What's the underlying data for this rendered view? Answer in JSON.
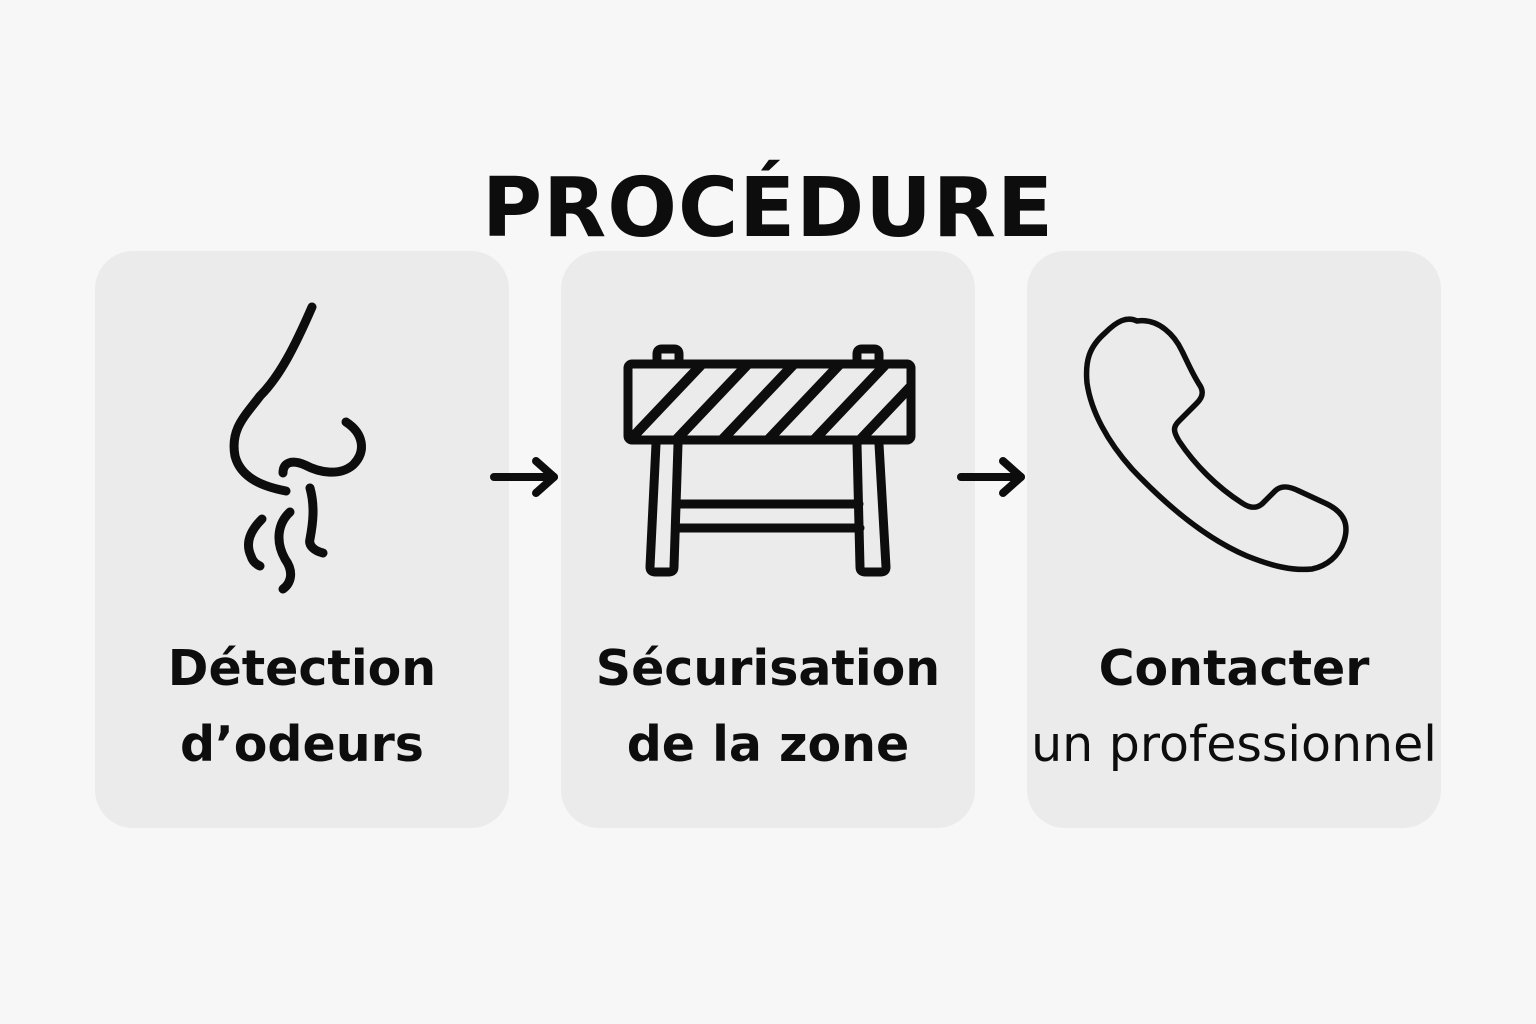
{
  "title": "PROCÉDURE",
  "colors": {
    "background": "#f7f7f7",
    "card": "#ebebec",
    "ink": "#0d0d0d"
  },
  "steps": [
    {
      "icon": "nose-smell-icon",
      "line1": "Détection",
      "line2": "d’odeurs"
    },
    {
      "icon": "road-barrier-icon",
      "line1": "Sécurisation",
      "line2": "de la zone"
    },
    {
      "icon": "phone-handset-icon",
      "line1": "Contacter",
      "line2": "un professionnel"
    }
  ],
  "connectors": [
    {
      "icon": "arrow-right-icon",
      "from": 1,
      "to": 2
    },
    {
      "icon": "arrow-right-icon",
      "from": 2,
      "to": 3
    }
  ]
}
